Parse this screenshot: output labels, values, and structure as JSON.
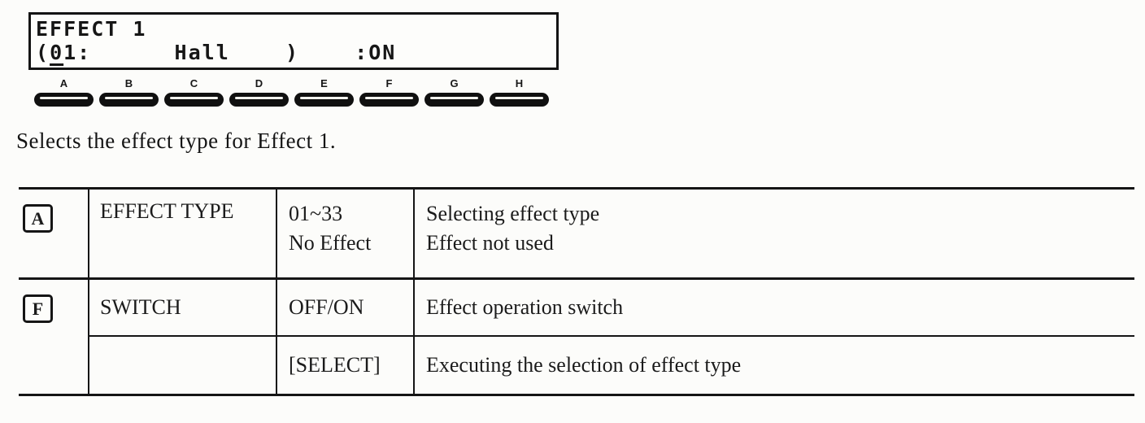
{
  "lcd": {
    "line1": "EFFECT 1",
    "line2_before_cursor": "(",
    "line2_cursor_char": "0",
    "line2_after_cursor": "1:      Hall    )    :ON"
  },
  "softkeys": {
    "labels": [
      "A",
      "B",
      "C",
      "D",
      "E",
      "F",
      "G",
      "H"
    ]
  },
  "caption": "Selects the effect type for Effect 1.",
  "table": {
    "rows": [
      {
        "key": "A",
        "name": "EFFECT TYPE",
        "value1": "01~33",
        "value2": "No Effect",
        "desc1": "Selecting effect type",
        "desc2": "Effect not used"
      },
      {
        "key": "F",
        "name": "SWITCH",
        "value1": "OFF/ON",
        "desc1": "Effect operation switch"
      },
      {
        "key": "",
        "name": "",
        "value1": "[SELECT]",
        "desc1": "Executing the selection of effect type"
      }
    ]
  },
  "colors": {
    "ink": "#151515",
    "paper": "#fcfcfa"
  }
}
